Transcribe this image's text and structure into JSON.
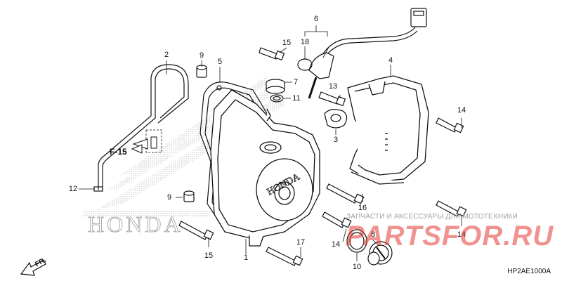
{
  "diagram": {
    "reference_code": "HP2AE1000A",
    "see_also_ref": "F-15",
    "front_marker": "FR.",
    "brand_background": "HONDA",
    "cover_embossing": "HONDA",
    "callouts": [
      "1",
      "2",
      "3",
      "4",
      "5",
      "6",
      "7",
      "8",
      "9",
      "9",
      "10",
      "11",
      "12",
      "13",
      "14",
      "14",
      "14",
      "15",
      "15",
      "16",
      "17",
      "18"
    ]
  },
  "watermark": {
    "text": "ЗАПЧАСТИ И АКСЕССУАРЫ ДЛЯ МОТОТЕХНИКИ",
    "logo": "PARTSFOR.RU"
  }
}
